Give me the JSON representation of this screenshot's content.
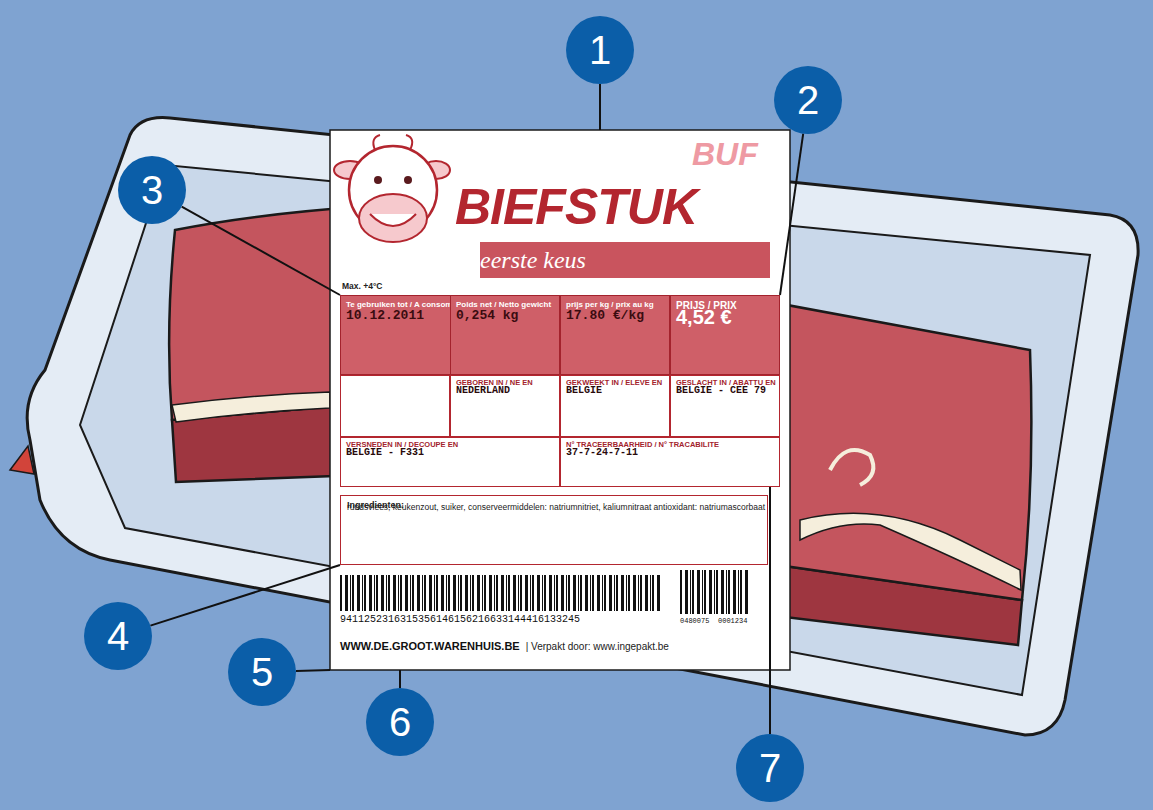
{
  "diagram": {
    "nodes": [
      {
        "text": [
          "BUF",
          "BIEFSTUK",
          "Max. +4°C",
          "9411252316315356146156216633144416133245",
          "0480075",
          "0001234",
          "WWW.DE.GROOT.WARENHUIS.BE",
          "| Verpakt door: www.ingepakt.be"
        ]
      },
      {
        "text": [
          "eerste keus"
        ],
        "in": 0
      },
      {
        "text": [
          "Te gebruiken tot / A consommer jusqu'au",
          "10.12.2011"
        ],
        "in": 0
      },
      {
        "text": [
          "Poids net / Netto gewicht",
          "0,254 kg"
        ],
        "in": 0
      },
      {
        "text": [
          "prijs per kg / prix au kg",
          "17.80 €/kg"
        ],
        "in": 0
      },
      {
        "text": [
          "PRIJS / PRIX",
          "4,52 €"
        ],
        "in": 0
      },
      {
        "text": [
          "GEBOREN IN / NE EN",
          "NEDERLAND"
        ],
        "in": 0
      },
      {
        "text": [
          "GEKWEEKT IN / ELEVE EN",
          "BELGIE"
        ],
        "in": 0
      },
      {
        "text": [
          "GESLACHT IN / ABATTU EN",
          "BELGIE - CEE 79"
        ],
        "in": 0
      },
      {
        "text": [
          "VERSNEDEN IN / DECOUPE EN",
          "BELGIE - F331"
        ],
        "in": 0
      },
      {
        "text": [
          "N° TRACEERBAARHEID / N° TRACABILITE",
          "37-7-24-7-11"
        ],
        "in": 0
      },
      {
        "text": [
          "Ingredienten:",
          "rundsvlees, keukenzout, suiker, conserveermiddelen: natriumnitriet, kaliumnitraat antioxidant: natriumascorbaat"
        ],
        "in": 0
      },
      {
        "text": [
          "1"
        ]
      },
      {
        "text": [
          "2"
        ]
      },
      {
        "text": [
          "3"
        ]
      },
      {
        "text": [
          "4"
        ]
      },
      {
        "text": [
          "5"
        ]
      },
      {
        "text": [
          "6"
        ]
      },
      {
        "text": [
          "7"
        ]
      }
    ],
    "edges": [
      {
        "from": 12,
        "to": 0,
        "arrow": "none"
      },
      {
        "from": 13,
        "to": 5,
        "arrow": "none"
      },
      {
        "from": 14,
        "to": 2,
        "arrow": "none"
      },
      {
        "from": 15,
        "to": 11,
        "arrow": "none"
      },
      {
        "from": 16,
        "to": 0,
        "arrow": "none"
      },
      {
        "from": 17,
        "to": 0,
        "arrow": "none"
      },
      {
        "from": 18,
        "to": 10,
        "arrow": "none"
      }
    ]
  }
}
